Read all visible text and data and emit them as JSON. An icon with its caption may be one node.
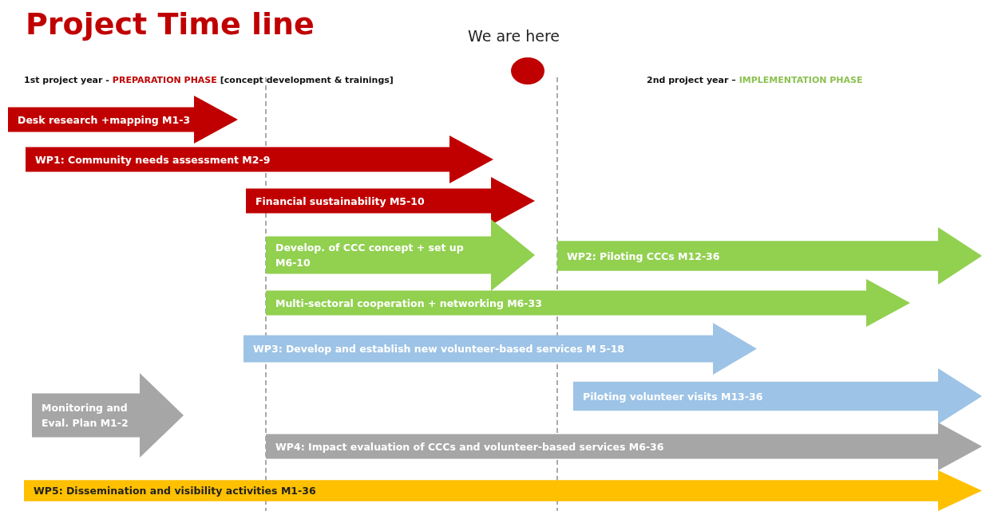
{
  "diagram": {
    "title": "Project Time line",
    "nodes": [
      {
        "text": [
          "Desk research +mapping M1-3"
        ]
      },
      {
        "text": [
          "WP1: Community needs assessment M2-9"
        ]
      },
      {
        "text": [
          "Financial sustainability M5-10"
        ]
      },
      {
        "text": [
          "Develop. of CCC concept + set up M6-10"
        ]
      },
      {
        "text": [
          "WP2: Piloting CCCs M12-36"
        ]
      },
      {
        "text": [
          "Multi-sectoral cooperation + networking M6-33"
        ]
      },
      {
        "text": [
          "WP3: Develop and establish new volunteer-based services M 5-18"
        ]
      },
      {
        "text": [
          "Piloting volunteer visits M13-36"
        ]
      },
      {
        "text": [
          "Monitoring and Eval. Plan M1-2"
        ]
      },
      {
        "text": [
          "WP4: Impact evaluation of CCCs and volunteer-based services M6-36"
        ]
      },
      {
        "text": [
          "WP5: Dissemination and visibility activities M1-36"
        ]
      },
      {
        "text": [],
        "shape": "circle",
        "beside": [
          "We are here"
        ]
      }
    ],
    "edges": [],
    "labels": [
      "1st project year -",
      "PREPARATION PHASE",
      "[concept development & trainings]",
      "2nd project year –",
      "IMPLEMENTATION PHASE"
    ]
  }
}
